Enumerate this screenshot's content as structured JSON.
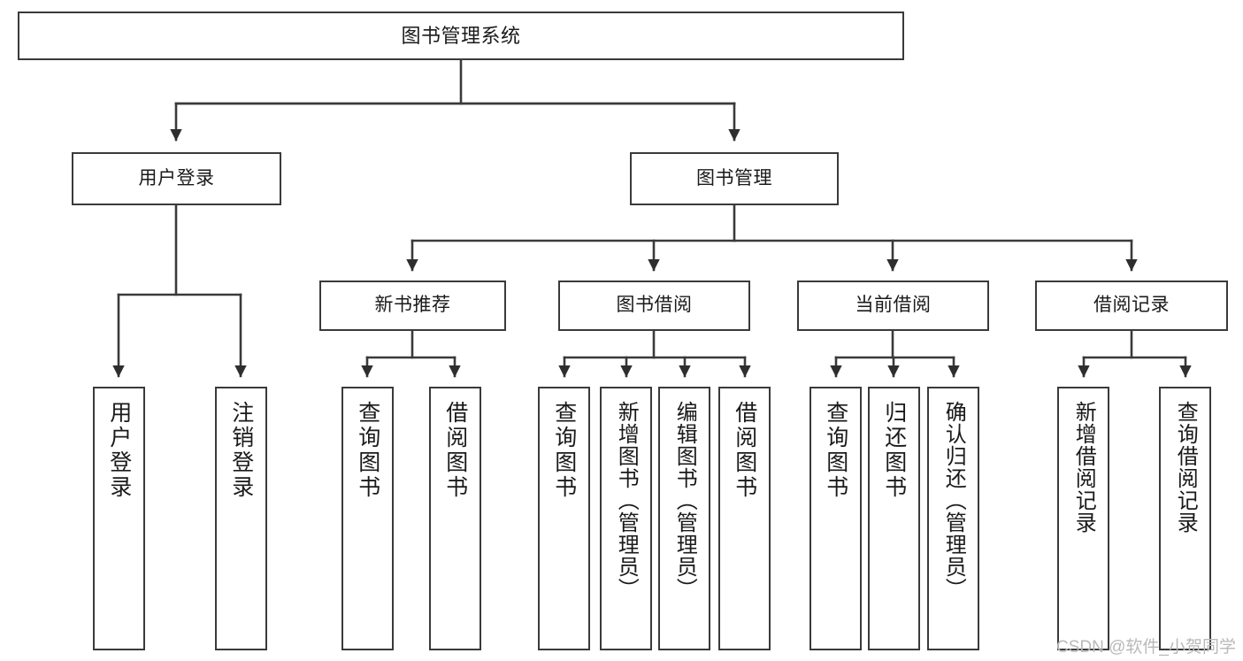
{
  "diagram": {
    "title": "图书管理系统",
    "type": "tree-hierarchy-flowchart",
    "stroke_color": "#3a3a3a",
    "fill_color": "#ffffff",
    "text_color": "#1a1a1a"
  },
  "nodes": {
    "root": {
      "label": "图书管理系统"
    },
    "level2": [
      {
        "id": "user-login",
        "label": "用户登录"
      },
      {
        "id": "book-manage",
        "label": "图书管理"
      }
    ],
    "level3": [
      {
        "id": "new-book-recommend",
        "label": "新书推荐"
      },
      {
        "id": "book-borrow",
        "label": "图书借阅"
      },
      {
        "id": "current-borrow",
        "label": "当前借阅"
      },
      {
        "id": "borrow-record",
        "label": "借阅记录"
      }
    ],
    "leaves": {
      "user_login": [
        {
          "id": "leaf-user-login",
          "label": "用户登录"
        },
        {
          "id": "leaf-logout",
          "label": "注销登录"
        }
      ],
      "new_book_recommend": [
        {
          "id": "leaf-query-book-1",
          "label": "查询图书"
        },
        {
          "id": "leaf-borrow-book-1",
          "label": "借阅图书"
        }
      ],
      "book_borrow": [
        {
          "id": "leaf-query-book-2",
          "label": "查询图书"
        },
        {
          "id": "leaf-add-book",
          "label": "新增图书（管理员）"
        },
        {
          "id": "leaf-edit-book",
          "label": "编辑图书（管理员）"
        },
        {
          "id": "leaf-borrow-book-2",
          "label": "借阅图书"
        }
      ],
      "current_borrow": [
        {
          "id": "leaf-query-book-3",
          "label": "查询图书"
        },
        {
          "id": "leaf-return-book",
          "label": "归还图书"
        },
        {
          "id": "leaf-confirm-return",
          "label": "确认归还（管理员）"
        }
      ],
      "borrow_record": [
        {
          "id": "leaf-add-record",
          "label": "新增借阅记录"
        },
        {
          "id": "leaf-query-record",
          "label": "查询借阅记录"
        }
      ]
    }
  },
  "watermark": {
    "text": "CSDN @软件_小贺同学"
  }
}
